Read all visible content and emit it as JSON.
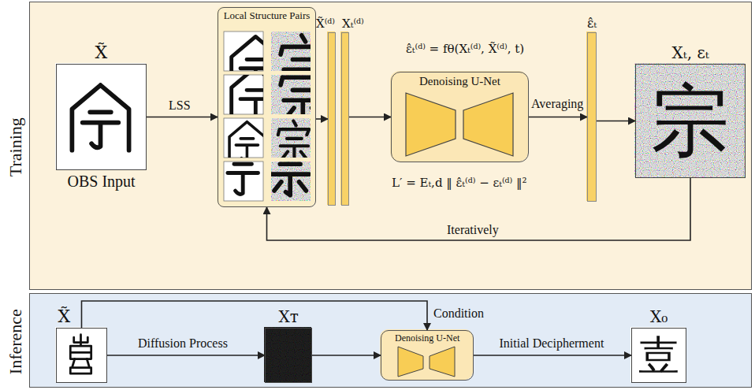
{
  "diagram": {
    "nodes": [
      {
        "text": [
          "Training"
        ]
      },
      {
        "text": [
          "X̃",
          "OBS Input"
        ],
        "in": 0
      },
      {
        "text": [
          "Local Structure Pairs"
        ],
        "in": 0
      },
      {
        "text": [
          "X̃⁽ᵈ⁾"
        ],
        "in": 0
      },
      {
        "text": [
          "Xₜ⁽ᵈ⁾"
        ],
        "in": 0
      },
      {
        "text": [
          "Denoising U-Net"
        ],
        "in": 0
      },
      {
        "text": [
          "ε̂ₜ"
        ],
        "in": 0
      },
      {
        "text": [
          "Xₜ, εₜ",
          "宗"
        ],
        "in": 0
      },
      {
        "text": [
          "Inference"
        ]
      },
      {
        "text": [
          "X̃"
        ],
        "in": 8
      },
      {
        "text": [
          "Xᴛ"
        ],
        "in": 8
      },
      {
        "text": [
          "Denoising U-Net"
        ],
        "in": 8
      },
      {
        "text": [
          "X₀",
          "壴"
        ],
        "in": 8
      }
    ],
    "edges": [
      {
        "from": 1,
        "to": 2,
        "arrow": "to",
        "label": "LSS"
      },
      {
        "from": 2,
        "to": 3,
        "arrow": "to"
      },
      {
        "from": 4,
        "to": 5,
        "arrow": "to"
      },
      {
        "from": 5,
        "to": 6,
        "arrow": "to",
        "label": "Averaging"
      },
      {
        "from": 6,
        "to": 7,
        "arrow": "to"
      },
      {
        "from": 7,
        "to": 2,
        "arrow": "to",
        "label": "Iteratively"
      },
      {
        "from": 9,
        "to": 10,
        "arrow": "to",
        "label": "Diffusion Process"
      },
      {
        "from": 10,
        "to": 11,
        "arrow": "to"
      },
      {
        "from": 11,
        "to": 12,
        "arrow": "to",
        "label": "Initial Decipherment"
      },
      {
        "from": 9,
        "to": 11,
        "arrow": "to",
        "label": "Condition"
      }
    ],
    "labels": [
      "ε̂ₜ⁽ᵈ⁾ = fθ(Xₜ⁽ᵈ⁾, X̃⁽ᵈ⁾, t)",
      "L′ = Eₜ,d ‖ ε̂ₜ⁽ᵈ⁾ − εₜ⁽ᵈ⁾ ‖²"
    ]
  }
}
